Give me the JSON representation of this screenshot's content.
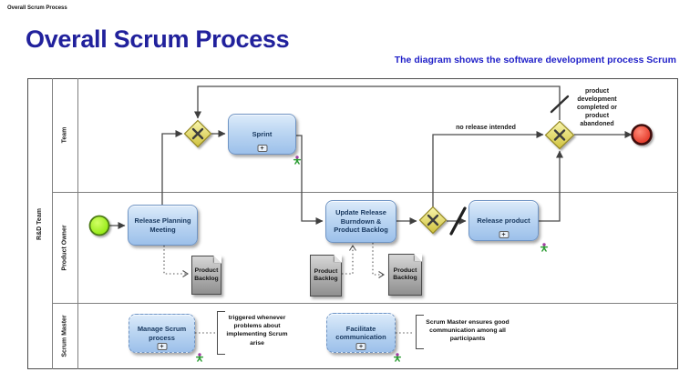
{
  "page": {
    "breadcrumb": "Overall Scrum Process",
    "title": "Overall Scrum Process",
    "subtitle": "The diagram shows the software development process Scrum"
  },
  "pool": {
    "label": "R&D Team",
    "lanes": [
      "Team",
      "Product Owner",
      "Scrum Master"
    ]
  },
  "nodes": {
    "release_planning": {
      "label": "Release Planning Meeting",
      "type": "task"
    },
    "sprint": {
      "label": "Sprint",
      "type": "subprocess"
    },
    "update_release": {
      "label": "Update Release Burndown & Product Backlog",
      "type": "task"
    },
    "release_product": {
      "label": "Release product",
      "type": "subprocess"
    },
    "manage_scrum": {
      "label": "Manage Scrum process",
      "type": "subprocess"
    },
    "facilitate_communication": {
      "label": "Facilitate communication",
      "type": "subprocess"
    },
    "start_event": {
      "type": "start-event"
    },
    "end_event": {
      "type": "end-event"
    },
    "gateway_loop": {
      "type": "xor-gateway"
    },
    "gateway_release": {
      "type": "xor-gateway"
    },
    "gateway_end": {
      "type": "xor-gateway"
    }
  },
  "data_objects": {
    "backlog1": {
      "label": "Product Backlog"
    },
    "backlog2": {
      "label": "Product Backlog"
    },
    "backlog3": {
      "label": "Product Backlog"
    }
  },
  "flow_labels": {
    "no_release": "no release intended",
    "end_event_label": "product development completed or product abandoned"
  },
  "annotations": {
    "manage_scrum_note": "triggered whenever problems about implementing Scrum arise",
    "facilitate_note": "Scrum Master ensures good communication among all participants"
  },
  "markers": {
    "subprocess_plus": "+"
  },
  "colors": {
    "title": "#21219c",
    "subtitle": "#1f1fc8",
    "task_fill_top": "#dcebfa",
    "task_fill_bottom": "#9cc0ea",
    "task_border": "#6f94c4",
    "task_text": "#17375e",
    "gateway_fill_top": "#f8f4a6",
    "gateway_fill_bottom": "#cfc13d",
    "gateway_border": "#938722",
    "start_event_fill": "#8ef000",
    "start_event_border": "#4c7a12",
    "end_event_fill": "#e8392a",
    "end_event_border": "#50120a",
    "document_fill": "#b0b0b0",
    "connector": "#4a4a4a"
  }
}
